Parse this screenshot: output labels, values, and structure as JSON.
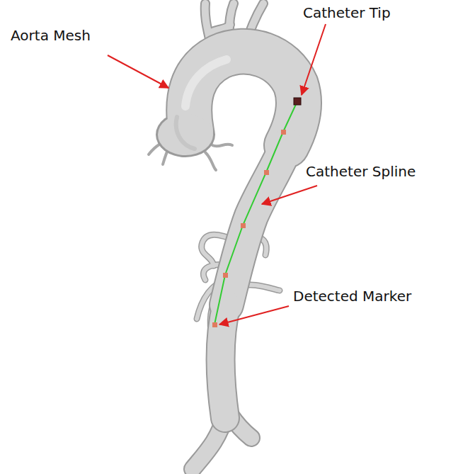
{
  "diagram": {
    "labels": [
      "Aorta Mesh",
      "Catheter Tip",
      "Catheter Spline",
      "Detected Marker"
    ]
  }
}
